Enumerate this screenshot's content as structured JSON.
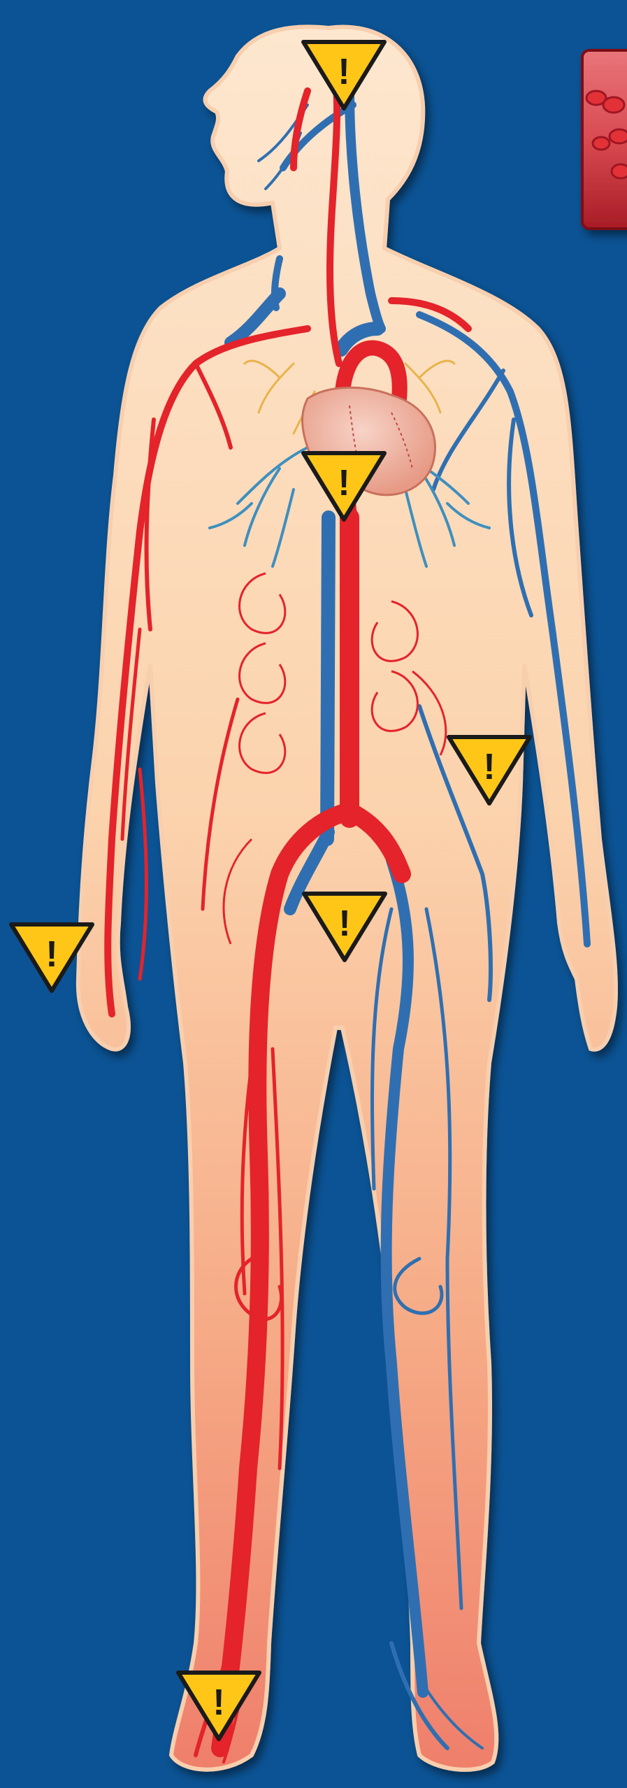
{
  "colors": {
    "background": "#0b5394",
    "skin_top": "#fde5cb",
    "skin_mid": "#f9c79c",
    "skin_bottom": "#f08a73",
    "skin_outline": "#f6c8a6",
    "artery": "#e4232b",
    "vein": "#2f6fb1",
    "warning_fill": "#ffc617",
    "warning_outline": "#1a1a1a",
    "vessel_inset_wall": "#b5212a",
    "blood_cell": "#e0262e"
  },
  "icons": {
    "warning": "warning-icon",
    "heart": "heart-icon",
    "blood_vessel": "blood-vessel-icon",
    "human_body": "human-body-icon"
  },
  "markers": [
    {
      "id": "head",
      "label": "!"
    },
    {
      "id": "heart",
      "label": "!"
    },
    {
      "id": "abdomen",
      "label": "!"
    },
    {
      "id": "hand",
      "label": "!"
    },
    {
      "id": "pelvis",
      "label": "!"
    },
    {
      "id": "foot",
      "label": "!"
    }
  ]
}
